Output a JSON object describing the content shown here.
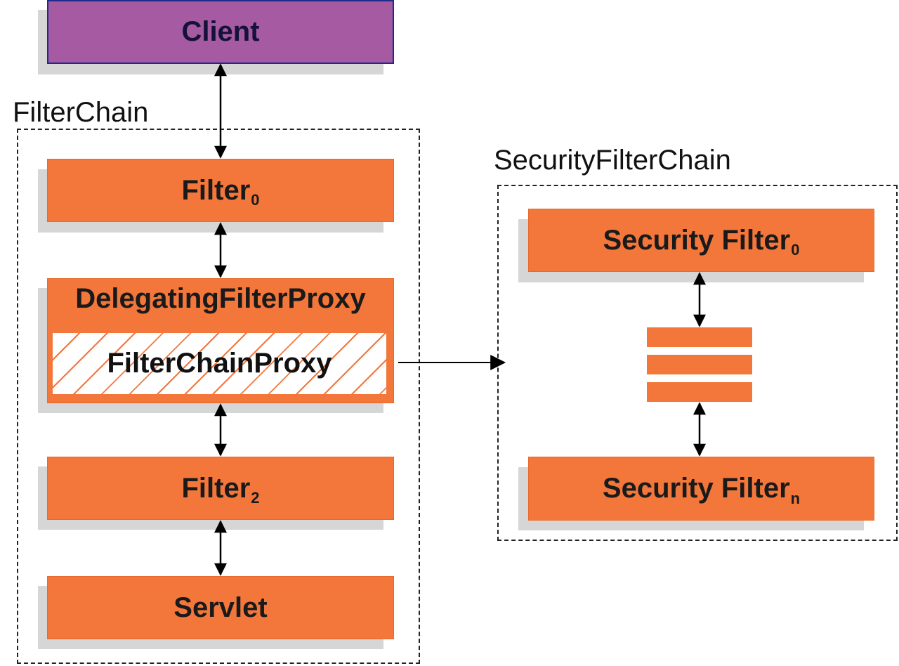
{
  "client": {
    "label": "Client"
  },
  "filter_chain": {
    "title": "FilterChain",
    "filter0": {
      "label": "Filter",
      "subscript": "0"
    },
    "delegating_proxy": {
      "label": "DelegatingFilterProxy"
    },
    "filter_chain_proxy": {
      "label": "FilterChainProxy"
    },
    "filter2": {
      "label": "Filter",
      "subscript": "2"
    },
    "servlet": {
      "label": "Servlet"
    }
  },
  "security_filter_chain": {
    "title": "SecurityFilterChain",
    "security_filter0": {
      "label": "Security Filter",
      "subscript": "0"
    },
    "security_filtern": {
      "label": "Security Filter",
      "subscript": "n"
    }
  },
  "colors": {
    "filter_orange": "#f3773b",
    "client_purple": "#a55aa2",
    "client_border": "#1f2b8a",
    "shadow_gray": "#d6d6d6"
  }
}
